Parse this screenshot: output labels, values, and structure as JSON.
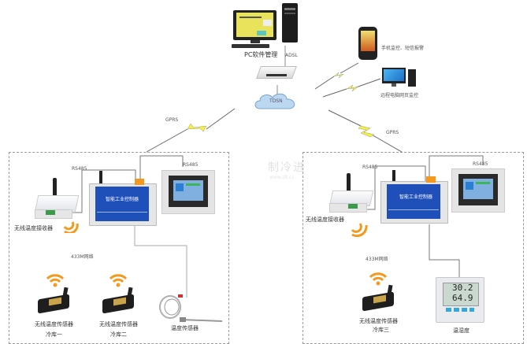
{
  "center": {
    "pc_label": "PC软件管理",
    "adsl_label": "ADSL",
    "cloud_label": "TDSN",
    "phone_label": "手机监控、短信报警",
    "remote_pc_label": "远程电脑网页监控"
  },
  "links": {
    "left_gprs": "GPRS",
    "right_gprs": "GPRS"
  },
  "left_site": {
    "rs485_left": "RS485",
    "rs485_right": "RS485",
    "receiver_label": "无线温度接收器",
    "controller_label": "智能工业控制器",
    "network_label": "433M网络",
    "sensor1_label": "无线温度传感器",
    "sensor1_room": "冷库一",
    "sensor2_label": "无线温度传感器",
    "sensor2_room": "冷库二",
    "probe_label": "温度传感器"
  },
  "right_site": {
    "rs485_left": "RS485",
    "rs485_right": "RS485",
    "receiver_label": "无线温度接收器",
    "controller_label": "智能工业控制器",
    "network_label": "433M网络",
    "sensor3_label": "无线温度传感器",
    "sensor3_room": "冷库三",
    "hygrometer_label": "温湿度",
    "hygro_temp": "30.2",
    "hygro_humidity": "64.9"
  },
  "watermark": {
    "brand": "制冷进",
    "url": "www.zlt.cc"
  },
  "colors": {
    "bolt": "#f5f03a",
    "wifi": "#f39a1e",
    "controller_blue": "#1f4fb8",
    "screen_blue": "#2a7fd4"
  }
}
